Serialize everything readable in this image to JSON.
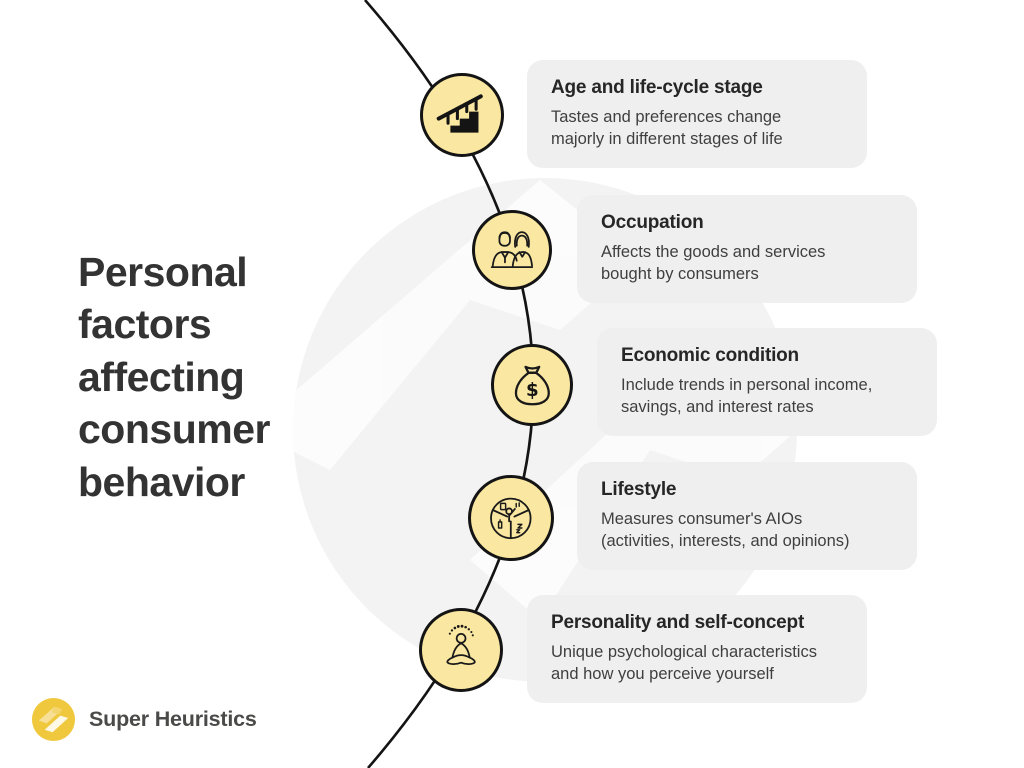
{
  "page": {
    "title": "Personal factors affecting consumer behavior"
  },
  "brand": {
    "name": "Super Heuristics",
    "logo_icon": "super-heuristics-swirl-icon"
  },
  "cards": [
    {
      "title": "Age and life-cycle stage",
      "line1": "Tastes and preferences change",
      "line2": "majorly in different stages of life",
      "icon": "stairs-icon"
    },
    {
      "title": "Occupation",
      "line1": "Affects the goods and services",
      "line2": "bought by consumers",
      "icon": "businesspeople-icon"
    },
    {
      "title": "Economic condition",
      "line1": "Include trends in personal income,",
      "line2": "savings, and interest rates",
      "icon": "money-bag-icon"
    },
    {
      "title": "Lifestyle",
      "line1": "Measures consumer's AIOs",
      "line2": "(activities, interests, and opinions)",
      "icon": "lifestyle-wheel-icon"
    },
    {
      "title": "Personality and self-concept",
      "line1": "Unique psychological characteristics",
      "line2": "and how you perceive yourself",
      "icon": "meditation-icon"
    }
  ],
  "icons": {
    "dollar_sign": "$"
  },
  "colors": {
    "background": "#FFFFFF",
    "watermark_circle": "#F3F3F4",
    "card_background": "#EFEFEF",
    "card_title_text": "#262626",
    "card_body_text": "#3F3F3F",
    "main_title_text": "#333333",
    "node_fill": "#FAE7A1",
    "node_outline": "#141414",
    "timeline_line": "#141414",
    "brand_logo_yellow": "#F0C83E",
    "brand_text": "#4A4A49"
  }
}
